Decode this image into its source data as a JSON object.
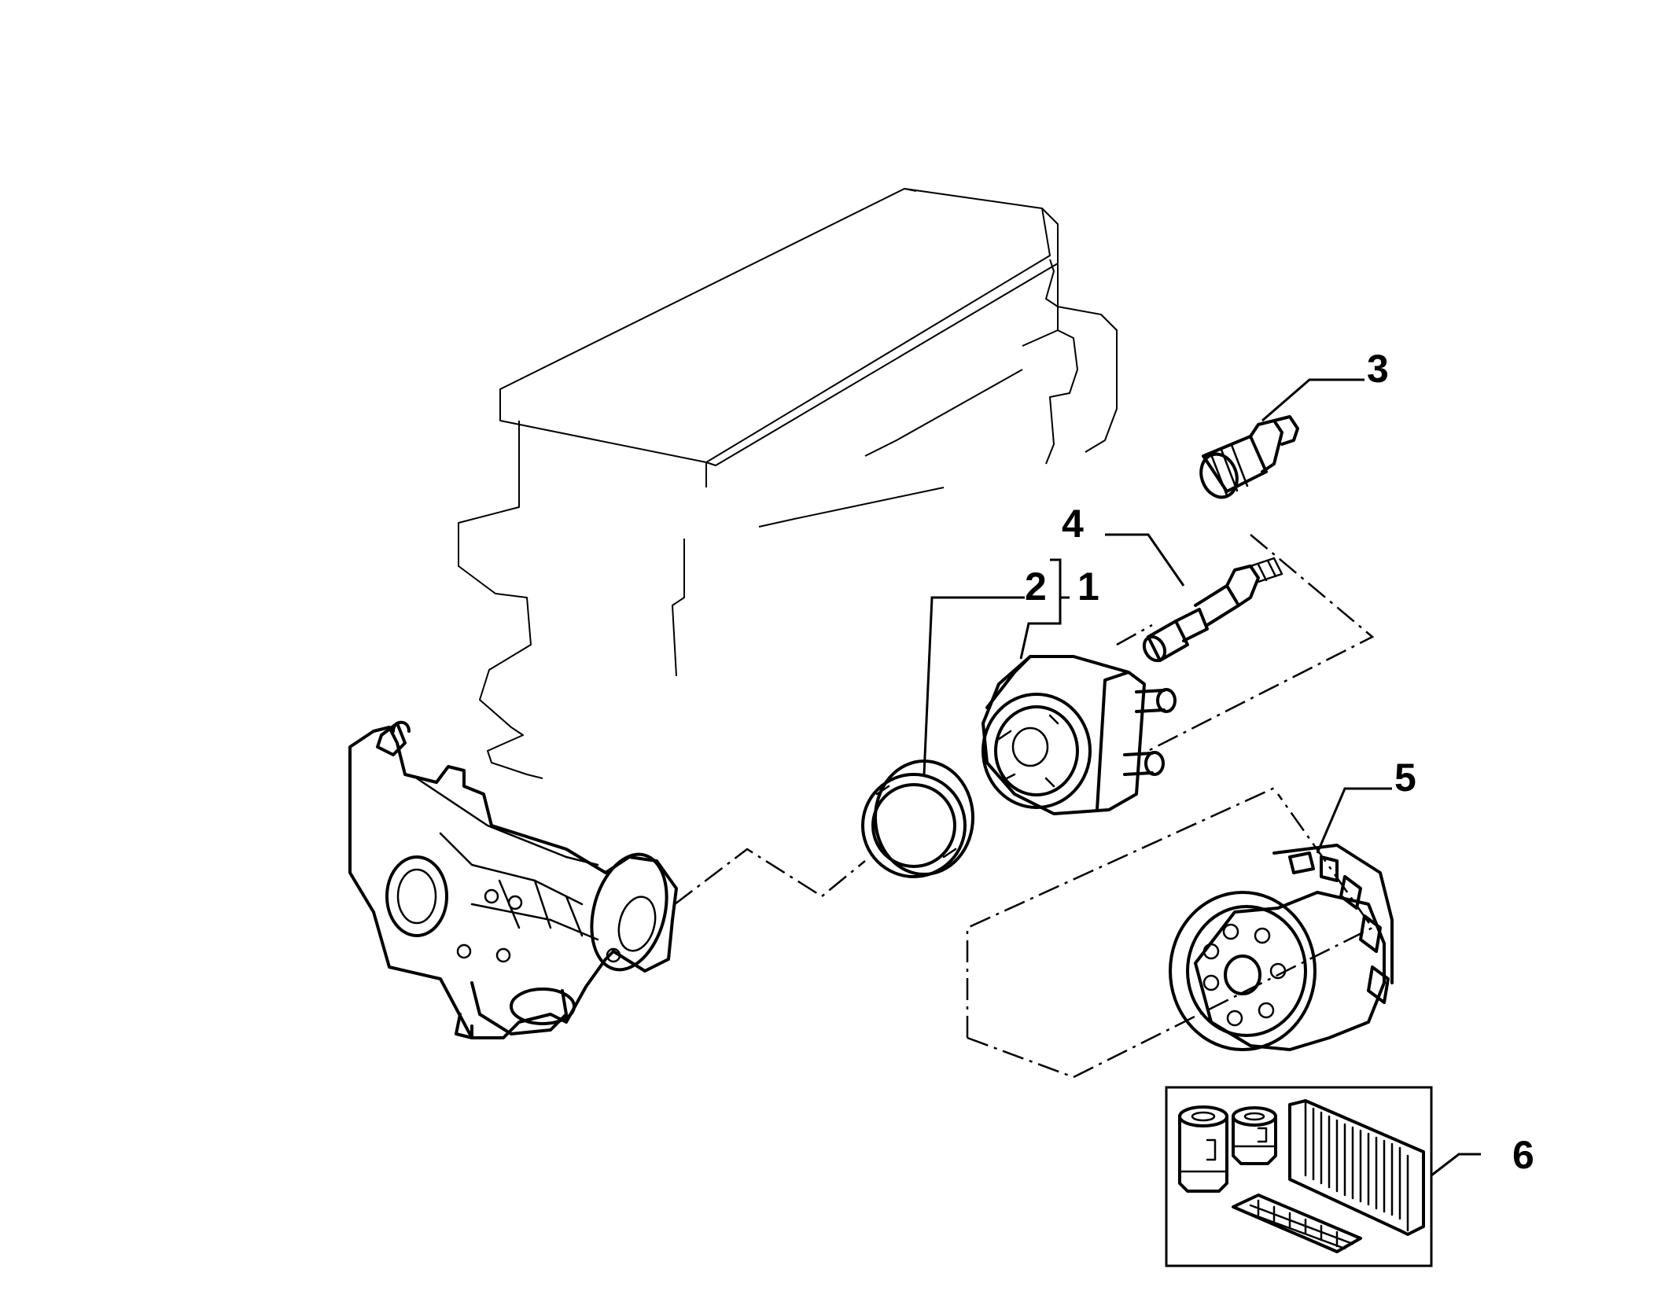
{
  "callouts": {
    "c1": "1",
    "c2": "2",
    "c3": "3",
    "c4": "4",
    "c5": "5",
    "c6": "6"
  },
  "colors": {
    "ink": "#000000",
    "background": "#ffffff"
  }
}
